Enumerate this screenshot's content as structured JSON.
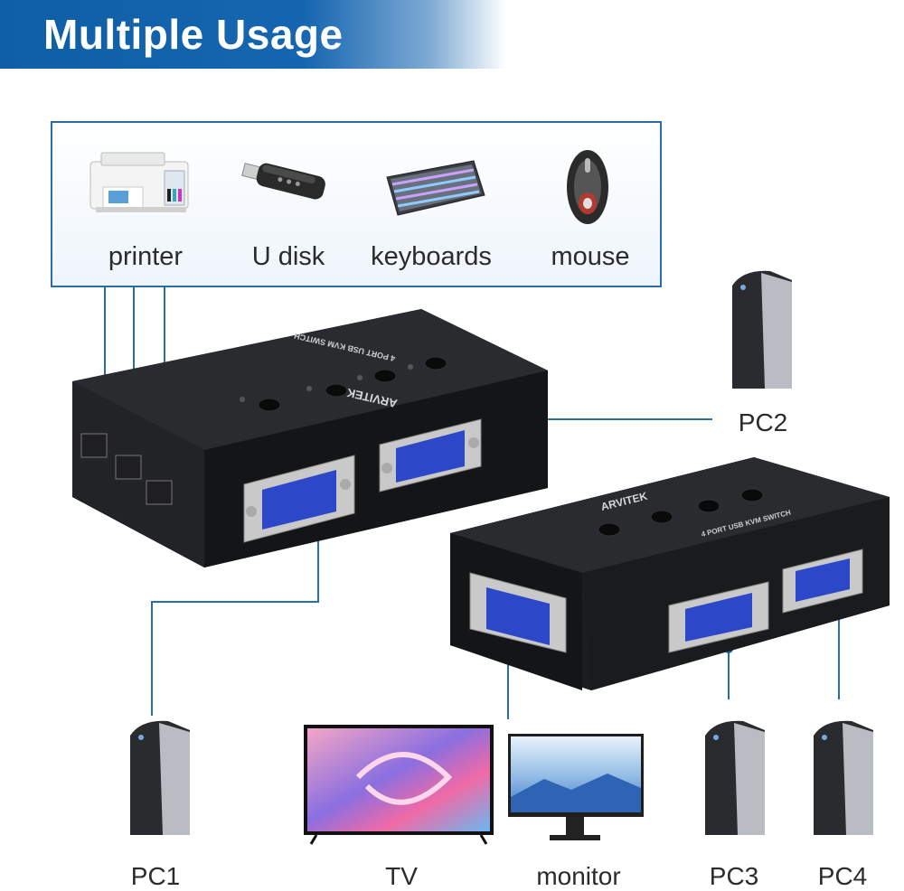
{
  "banner": {
    "title": "Multiple Usage"
  },
  "peripherals": [
    {
      "label": "printer",
      "icon": "printer-icon"
    },
    {
      "label": "U disk",
      "icon": "usb-disk-icon"
    },
    {
      "label": "keyboards",
      "icon": "keyboard-icon"
    },
    {
      "label": "mouse",
      "icon": "mouse-icon"
    }
  ],
  "devices": {
    "pc1": "PC1",
    "pc2": "PC2",
    "pc3": "PC3",
    "pc4": "PC4",
    "tv": "TV",
    "monitor": "monitor"
  },
  "switch": {
    "brand": "ARVITEK",
    "model": "4 PORT USB KVM SWITCH"
  },
  "colors": {
    "banner": "#1565b0",
    "panel_border": "#2a6ea8",
    "connector_line": "#2a6ea8",
    "switch_body": "#1c1d1f",
    "vga_port": "#2d47c9"
  }
}
